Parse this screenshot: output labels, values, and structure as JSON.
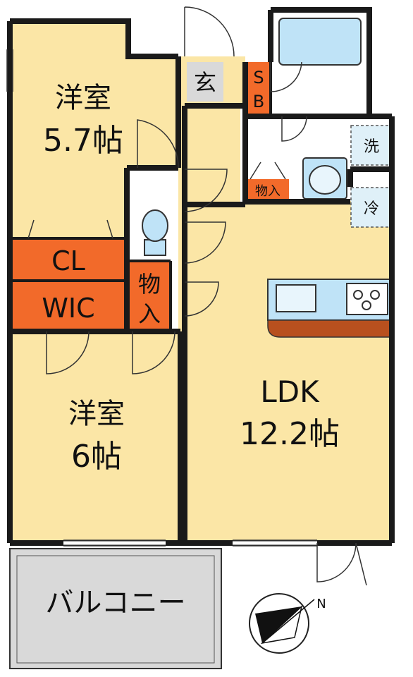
{
  "rooms": {
    "western_room_1": {
      "name": "洋室",
      "size": "5.7帖"
    },
    "western_room_2": {
      "name": "洋室",
      "size": "6帖"
    },
    "ldk": {
      "name": "LDK",
      "size": "12.2帖"
    },
    "closet": "CL",
    "wic": "WIC",
    "storage_vertical": [
      "物",
      "入"
    ],
    "storage_small": "物入",
    "entrance": "玄",
    "shoe_box": [
      "S",
      "B"
    ],
    "washer": "洗",
    "fridge": "冷",
    "balcony": "バルコニー"
  },
  "compass": {
    "north_label": "N"
  },
  "colors": {
    "room_fill": "#fbe6a6",
    "storage_fill": "#f26a2a",
    "wet_fill": "#ffffff",
    "fixture_fill": "#bfe3f7",
    "balcony_fill": "#d9d9d9",
    "counter_fill": "#b8501e",
    "wall": "#1a1a1a"
  }
}
